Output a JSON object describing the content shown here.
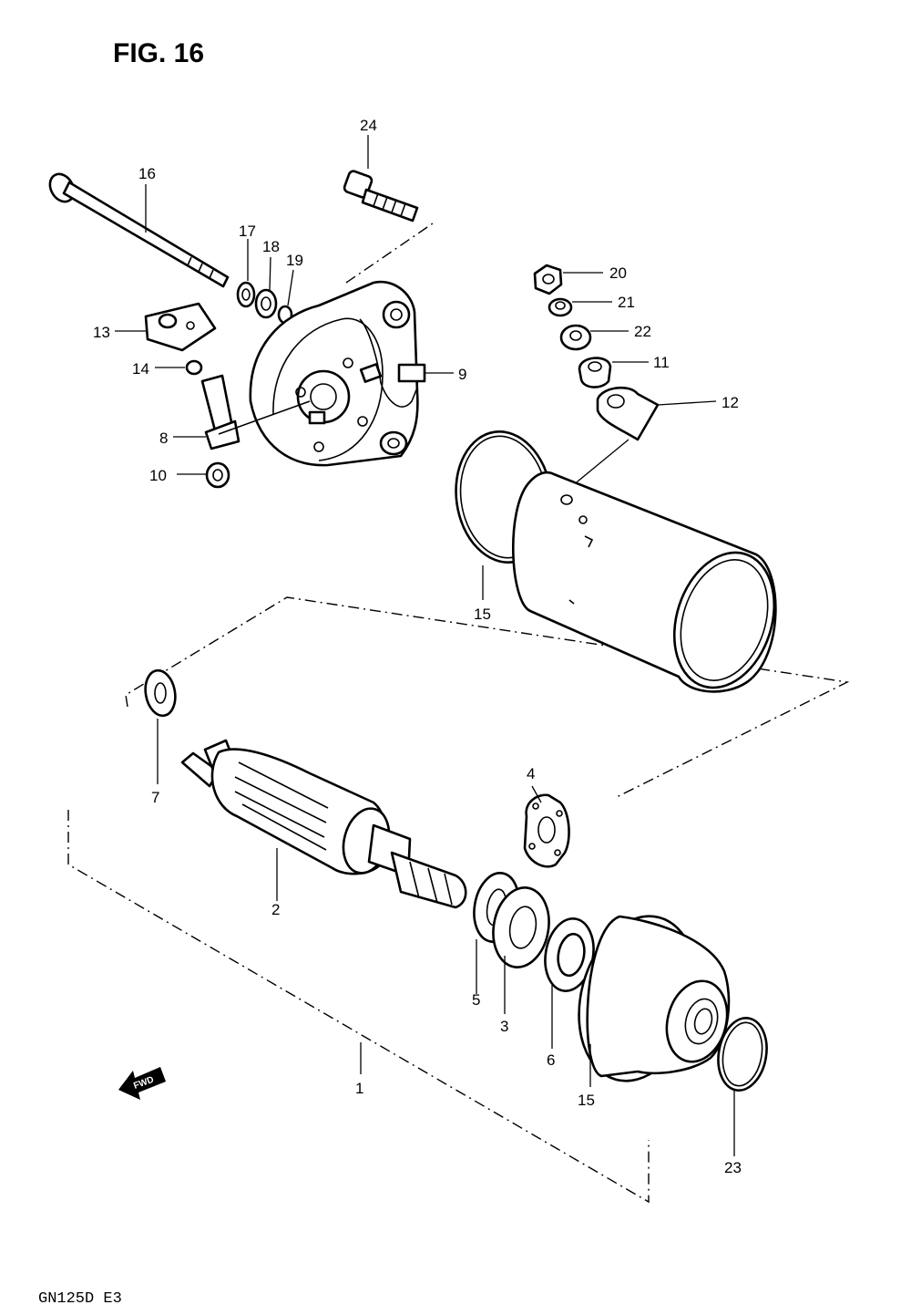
{
  "figure": {
    "title": "FIG. 16",
    "footer": "GN125D E3",
    "fwd_mark": "FWD"
  },
  "parts": {
    "p1": "1",
    "p2": "2",
    "p3": "3",
    "p4": "4",
    "p5": "5",
    "p6": "6",
    "p7": "7",
    "p8": "8",
    "p9": "9",
    "p10": "10",
    "p11": "11",
    "p12": "12",
    "p13": "13",
    "p14": "14",
    "p15a": "15",
    "p15b": "15",
    "p16": "16",
    "p17": "17",
    "p18": "18",
    "p19": "19",
    "p20": "20",
    "p21": "21",
    "p22": "22",
    "p23": "23",
    "p24": "24"
  }
}
